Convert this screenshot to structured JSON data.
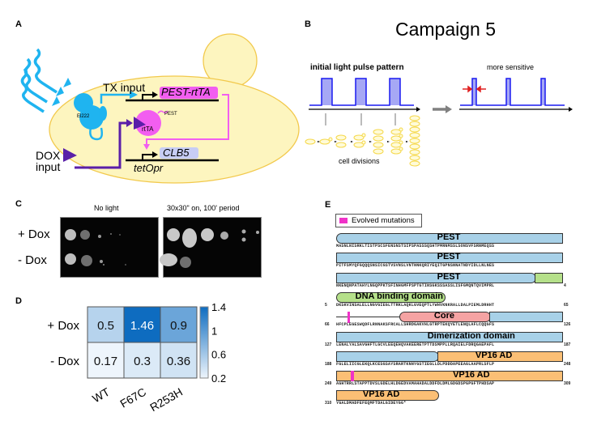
{
  "panels": {
    "A": {
      "letter": "A",
      "tx_input": "TX input",
      "el222": "El222",
      "pest_rtta_gene": "PEST-rtTA",
      "rtta_protein": "rtTA",
      "pest_tag": "PEST",
      "dox_input_line1": "DOX",
      "dox_input_line2": "input",
      "clb5_gene": "CLB5",
      "promoter": "tetOpr",
      "colors": {
        "cell": "#fdf5bf",
        "cell_outline": "#f2c94c",
        "light": "#1fb4f0",
        "dox": "#5a1fa8",
        "pest_rtta": "#f25ef0",
        "clb5_box": "#c7cdf5"
      }
    },
    "B": {
      "letter": "B",
      "title": "Campaign 5",
      "left_label": "initial light pulse pattern",
      "right_label": "more sensitive",
      "cell_divisions": "cell divisions",
      "colors": {
        "pulse_line": "#1a1af0",
        "pulse_fill": "#a6a8f5",
        "arrow": "#e02020",
        "cell": "#f7e36a"
      }
    },
    "C": {
      "letter": "C",
      "col1": "No light",
      "col2": "30x30\" on, 100' period",
      "row1": "+ Dox",
      "row2": "- Dox"
    },
    "D": {
      "letter": "D"
    },
    "E": {
      "letter": "E",
      "legend": "Evolved mutations",
      "legend_color": "#f032c8",
      "rows": [
        {
          "start": "",
          "seq": "MASNLNISRKLTISTPSCSFENSNSTSIPSPASSSQSHTPMRNMSSLSONSVFSRNMEQSS",
          "end": "",
          "domain": "PEST"
        },
        {
          "start": "",
          "seq": "PITFSMYQFGQQQSNSICGSTVSVNSLVNTNNKQRIYEQITGPNSNNATNDYIDLLNLNES",
          "end": "",
          "domain": "PEST"
        },
        {
          "start": "",
          "seq": "NKENQNPATAHYLNGQPPKTSFINHGMFPSPTGTINSGKSSSASSLISFGMQNTQVIMPRL",
          "end": "4",
          "domain": "PEST"
        },
        {
          "start": "5",
          "seq": "DKSKVINSALELLNGVGIEGLTTRKLAQKLGVEQPTLYWHVKNKRALLDALPIEMLDRHHT",
          "end": "65",
          "domain": "DNA binding domain"
        },
        {
          "start": "66",
          "seq": "HFCPLEGESWQDFLRNNAKSFRCALLSHRDGAKVHLGTRPTEKQYETLENQLAFLCQQGFS",
          "end": "126",
          "domain": "Core"
        },
        {
          "start": "127",
          "seq": "LENALYALSAVGHFTLGCVLEEQEHQVAKEERETPTTDSMPPLLRQAIELFDRQGAEPAFL",
          "end": "187",
          "domain": "Dimerization domain"
        },
        {
          "start": "188",
          "seq": "FGLELIICGLEKQLKCESGSAYSRARTKNNYGSTIEGLLDLPDDDAPEEAGLAAPRLSFLP",
          "end": "248",
          "domain": "VP16 AD"
        },
        {
          "start": "249",
          "seq": "AGHTRRLSTAPPTDVSLGDELHLDGEDVAMAHADALDDFDLDMLGDGDSPGPGFTPHDSAP",
          "end": "309",
          "domain": "VP16 AD"
        },
        {
          "start": "310",
          "seq": "YGALDMADFEFEQMFTDALGIDEYGG*",
          "end": "",
          "domain": "VP16 AD"
        }
      ]
    }
  },
  "chart_data": {
    "type": "heatmap",
    "title": "",
    "row_labels": [
      "+ Dox",
      "- Dox"
    ],
    "col_labels": [
      "WT",
      "F67C",
      "R253H"
    ],
    "values": [
      [
        0.5,
        1.46,
        0.9
      ],
      [
        0.17,
        0.3,
        0.36
      ]
    ],
    "value_labels": [
      [
        "0.5",
        "1.46",
        "0.9"
      ],
      [
        "0.17",
        "0.3",
        "0.36"
      ]
    ],
    "colorbar": {
      "min": 0.2,
      "max": 1.4,
      "ticks": [
        0.2,
        0.6,
        1,
        1.4
      ],
      "tick_labels": [
        "0.2",
        "0.6",
        "1",
        "1.4"
      ]
    },
    "colormap": [
      "#eef5fc",
      "#0e6cc0"
    ]
  }
}
